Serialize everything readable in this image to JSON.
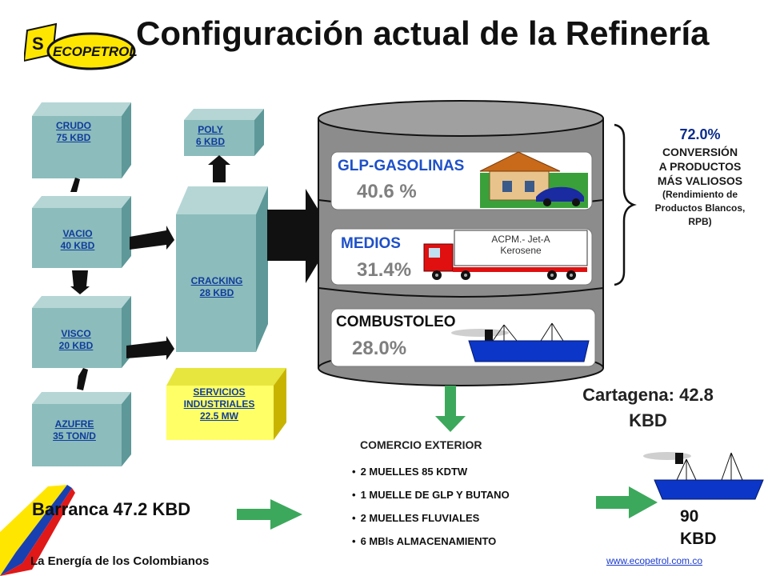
{
  "header": {
    "title": "Configuración actual de la Refinería",
    "logo_text": "ECOPETROL"
  },
  "units": {
    "crudo": [
      "CRUDO",
      "75 KBD"
    ],
    "vacio": [
      "VACIO",
      "40 KBD"
    ],
    "visco": [
      "VISCO",
      "20 KBD"
    ],
    "azufre": [
      "AZUFRE",
      "35 TON/D"
    ],
    "poly": [
      "POLY",
      "6 KBD"
    ],
    "cracking": [
      "CRACKING",
      "28 KBD"
    ],
    "servicios": [
      "SERVICIOS",
      "INDUSTRIALES",
      "22.5 MW"
    ]
  },
  "products": {
    "glp": {
      "name": "GLP-GASOLINAS",
      "value": "40.6 %"
    },
    "medios": {
      "name": "MEDIOS",
      "value": "31.4%",
      "truck_label": [
        "ACPM.- Jet-A",
        "Kerosene"
      ]
    },
    "combustoleo": {
      "name": "COMBUSTOLEO",
      "value": "28.0%"
    }
  },
  "conversion": {
    "pct": "72.0%",
    "lines": [
      "CONVERSIÓN",
      "A PRODUCTOS",
      "MÁS VALIOSOS"
    ],
    "note": [
      "(Rendimiento de",
      "Productos Blancos,"
    ],
    "note_end": "RPB)"
  },
  "cartagena": [
    "Cartagena: 42.8",
    "KBD"
  ],
  "comercio": {
    "title": "COMERCIO EXTERIOR",
    "items": [
      "2 MUELLES 85 KDTW",
      "1 MUELLE DE GLP Y BUTANO",
      "2 MUELLES FLUVIALES",
      "6 MBls ALMACENAMIENTO"
    ]
  },
  "barranca": "Barranca 47.2 KBD",
  "export_total": [
    "90",
    "KBD"
  ],
  "footer": {
    "slogan": "La Energía de los Colombianos",
    "url": "www.ecopetrol.com.co"
  },
  "colors": {
    "box_teal": "#8cbcbc",
    "box_top": "#b6d6d6",
    "box_side": "#5e9898",
    "service_yellow": "#ffff66",
    "service_top": "#e6e63e",
    "service_side": "#c8b400",
    "tank_gray": "#8c8c8c",
    "band_white": "#ffffff",
    "green_arrow": "#3ca85c",
    "blue_text": "#0f3c9c",
    "dark_blue": "#0a2c8c",
    "ship_blue": "#0c36c8"
  }
}
